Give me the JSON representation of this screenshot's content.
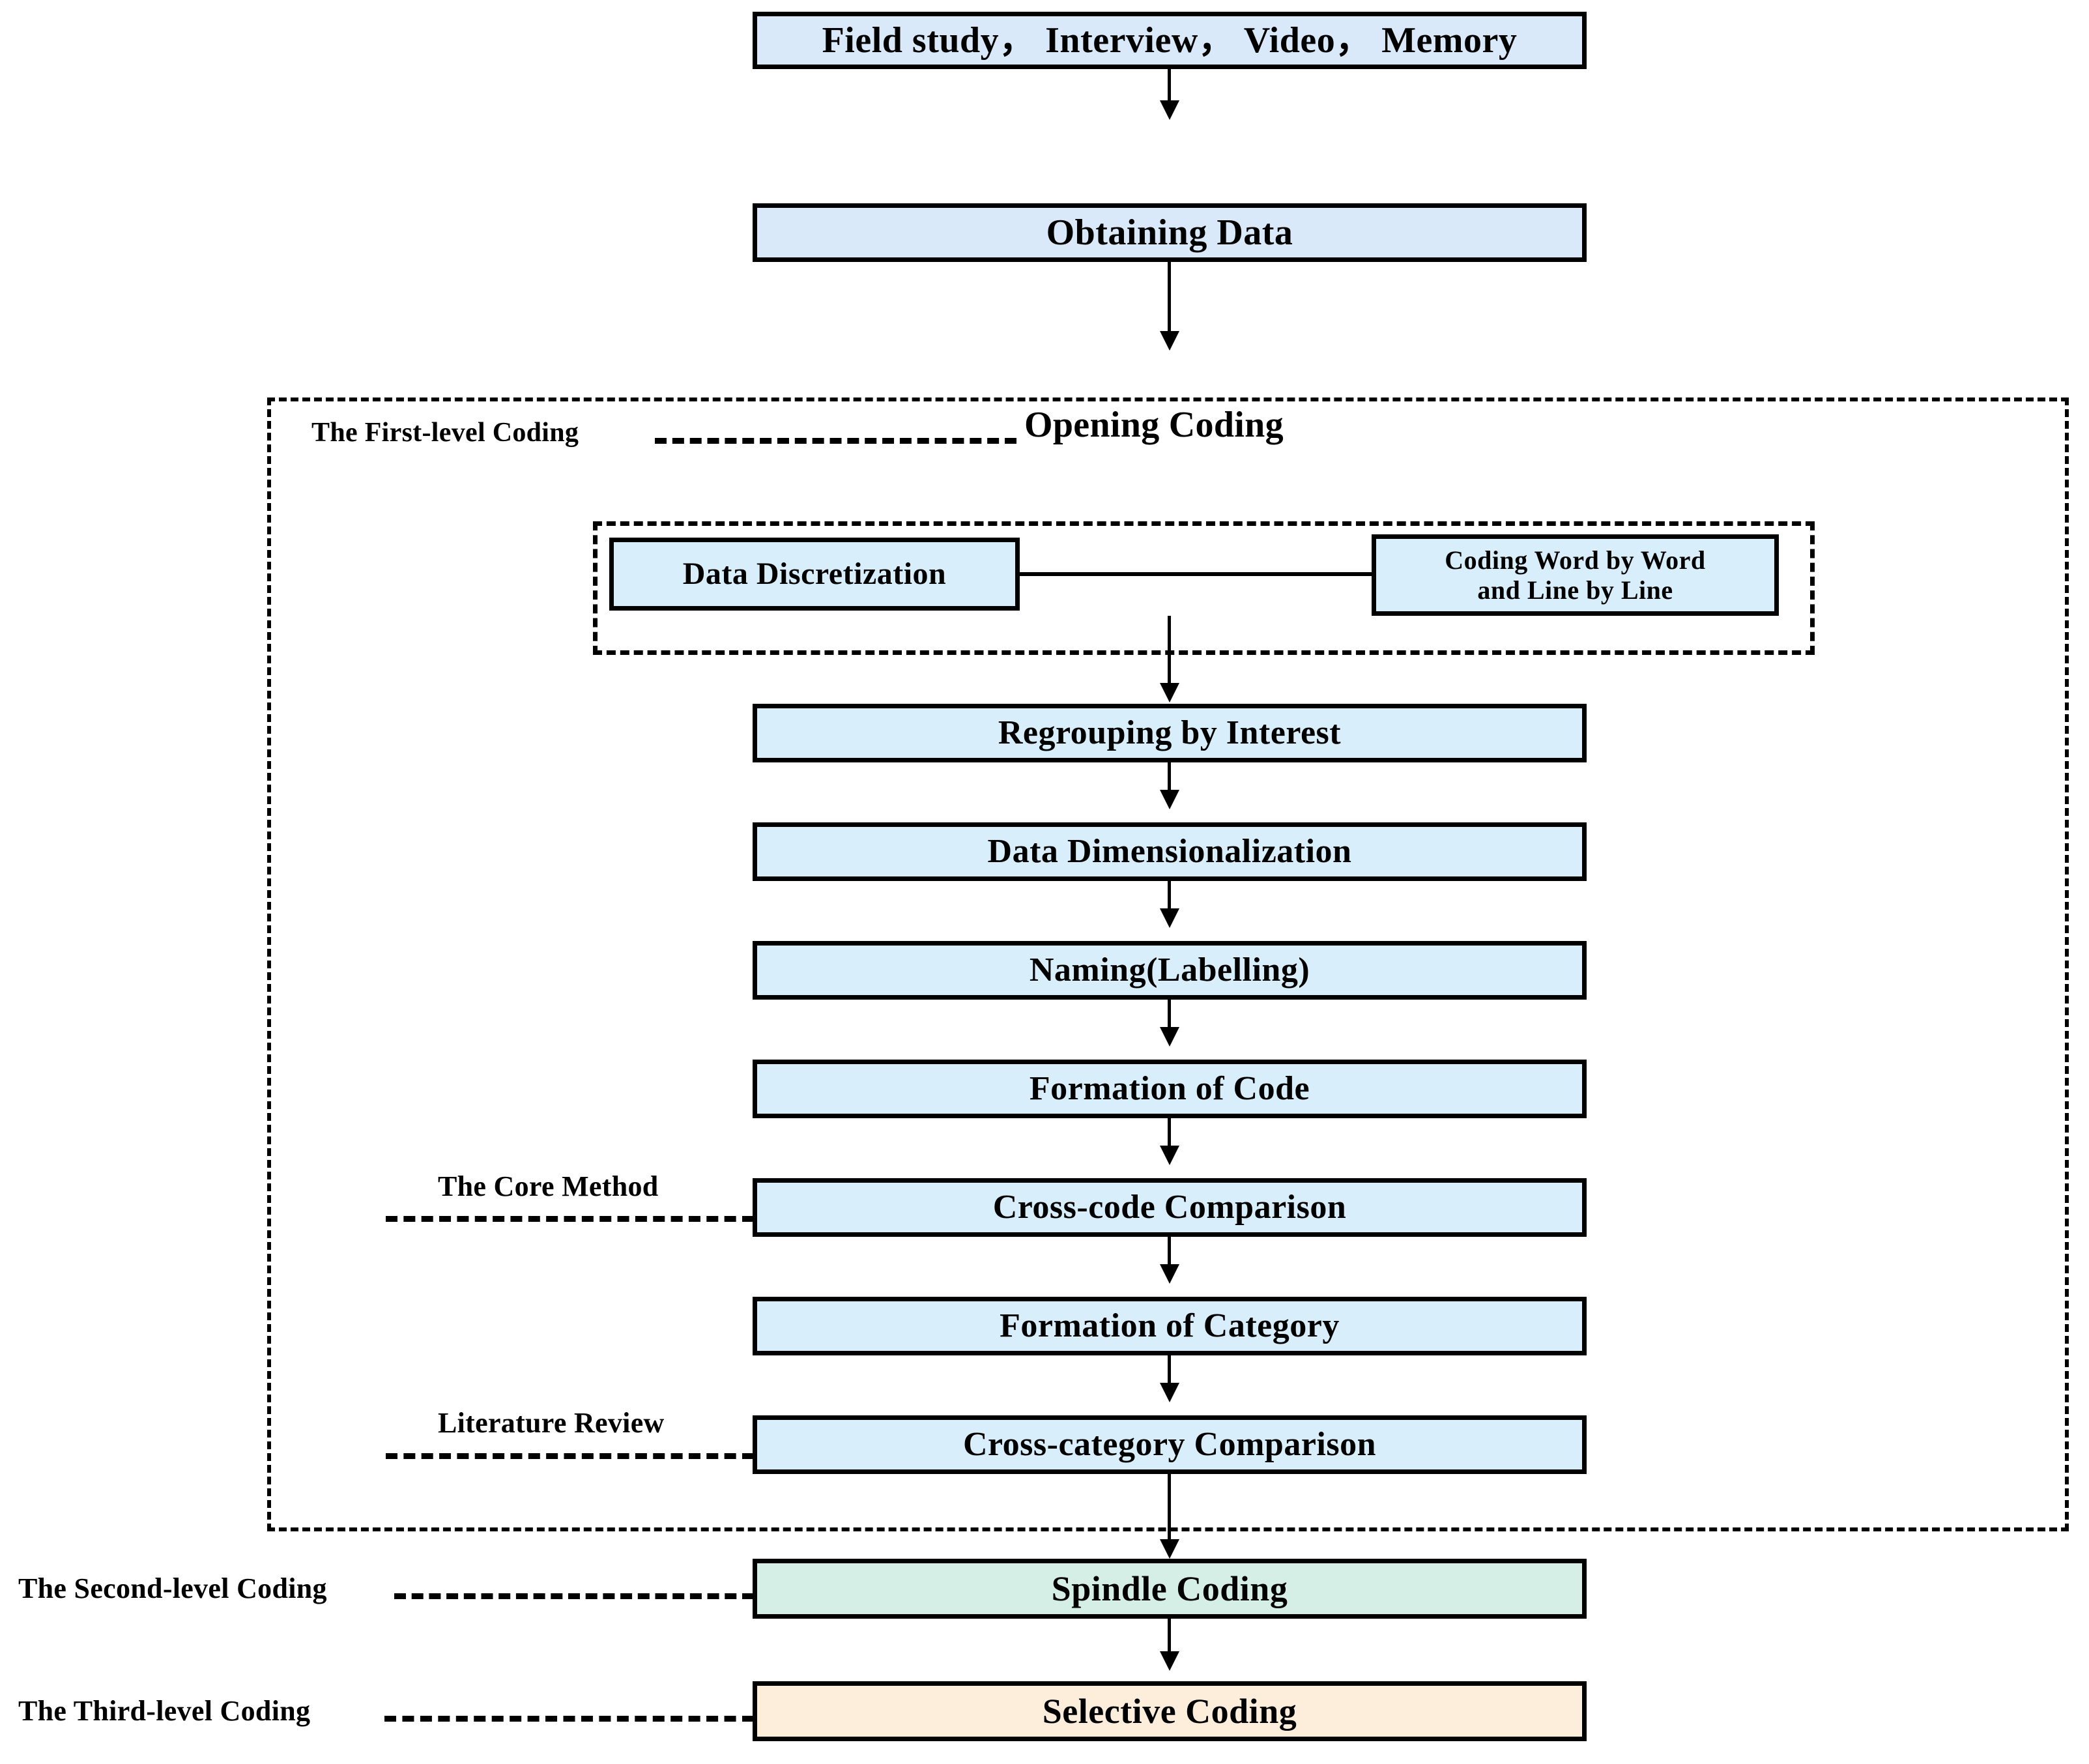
{
  "diagram": {
    "title": "Grounded Theory Coding Process Flowchart",
    "colors": {
      "box_fill_top": "#d9e9f9",
      "box_fill_blue": "#d8eefb",
      "box_fill_green": "#d5efe6",
      "box_fill_peach": "#fdeedc",
      "border": "#000000",
      "connector": "#000000"
    }
  },
  "nodes": {
    "sources": "Field study，  Interview，  Video，  Memory",
    "obtaining_data": "Obtaining Data",
    "data_discretization": "Data Discretization",
    "coding_word_line_1": "Coding Word by Word",
    "coding_word_line_2": "and Line by Line",
    "regrouping_by_interest": "Regrouping by Interest",
    "data_dimensionalization": "Data Dimensionalization",
    "naming_labelling": "Naming(Labelling)",
    "formation_of_code": "Formation of Code",
    "cross_code_comparison": "Cross-code Comparison",
    "formation_of_category": "Formation of Category",
    "cross_category_comparison": "Cross-category Comparison",
    "spindle_coding": "Spindle Coding",
    "selective_coding": "Selective Coding"
  },
  "annotations": {
    "first_level_coding": "The First-level Coding",
    "opening_coding": "Opening Coding",
    "core_method": "The Core Method",
    "literature_review": "Literature Review",
    "second_level_coding": "The Second-level Coding",
    "third_level_coding": "The Third-level Coding"
  }
}
